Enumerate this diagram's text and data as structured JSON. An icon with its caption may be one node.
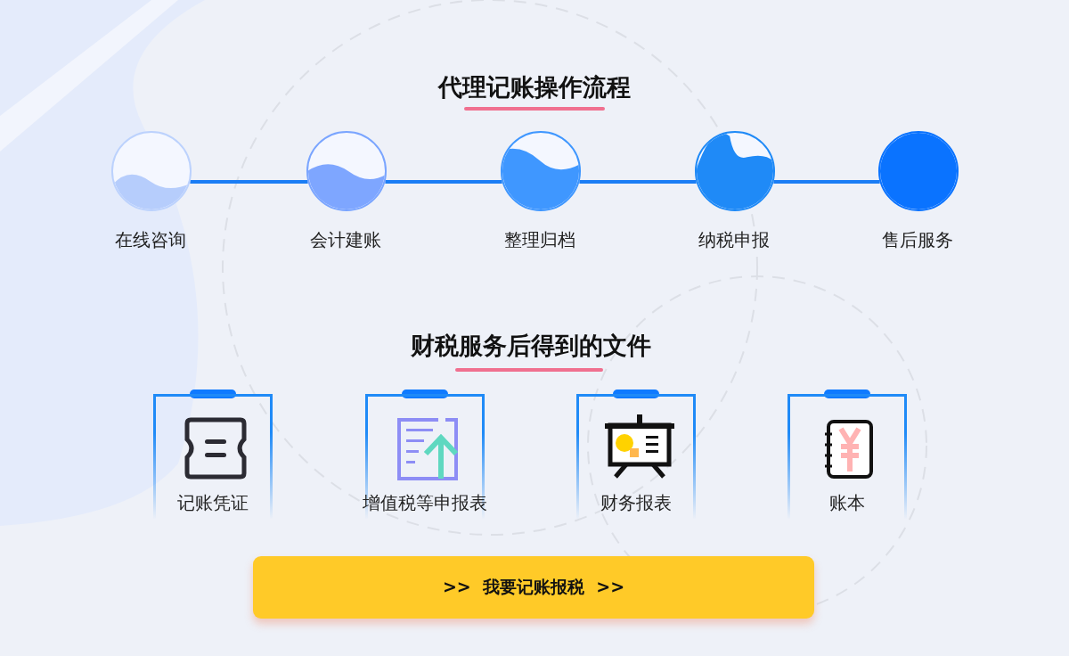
{
  "diagram": {
    "title": "代理记账操作流程",
    "nodes": [
      {
        "text": [
          "在线咨询"
        ]
      },
      {
        "text": [
          "会计建账"
        ]
      },
      {
        "text": [
          "整理归档"
        ]
      },
      {
        "text": [
          "纳税申报"
        ]
      },
      {
        "text": [
          "售后服务"
        ]
      },
      {
        "text": [
          "记账凭证"
        ]
      },
      {
        "text": [
          "增值税等申报表"
        ]
      },
      {
        "text": [
          "财务报表"
        ]
      },
      {
        "text": [
          "账本"
        ]
      },
      {
        "text": [
          ">>  我要记账报税  >>"
        ]
      }
    ],
    "edges": [
      {
        "from": 0,
        "to": 1,
        "arrow": "none"
      },
      {
        "from": 1,
        "to": 2,
        "arrow": "none"
      },
      {
        "from": 2,
        "to": 3,
        "arrow": "none"
      },
      {
        "from": 3,
        "to": 4,
        "arrow": "none"
      }
    ],
    "labels": [
      "财税服务后得到的文件"
    ]
  }
}
